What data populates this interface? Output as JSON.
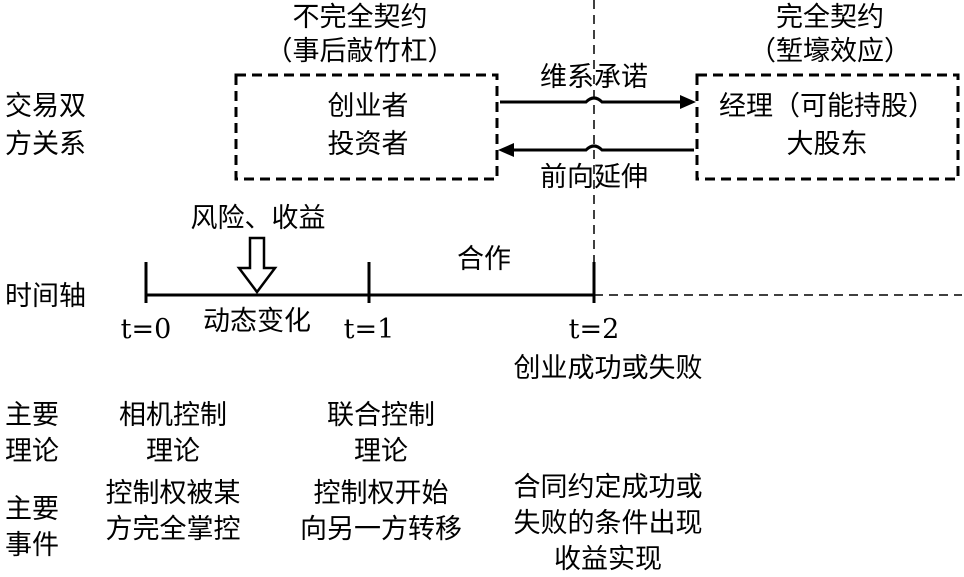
{
  "incomplete_contract": {
    "title": "不完全契约",
    "subtitle": "（事后敲竹杠）",
    "party_line1": "创业者",
    "party_line2": "投资者"
  },
  "complete_contract": {
    "title": "完全契约",
    "subtitle": "（堑壕效应）",
    "party_line1": "经理（可能持股）",
    "party_line2": "大股东"
  },
  "arrows": {
    "top_label": "维系承诺",
    "bottom_label": "前向延伸"
  },
  "row_labels": {
    "relation_line1": "交易双",
    "relation_line2": "方关系",
    "timeline": "时间轴",
    "theory_line1": "主要",
    "theory_line2": "理论",
    "events_line1": "主要",
    "events_line2": "事件"
  },
  "timeline": {
    "risk_label": "风险、收益",
    "phase1_label": "动态变化",
    "phase2_label": "合作",
    "t0": "t=0",
    "t1": "t=1",
    "t2": "t=2",
    "t2_note": "创业成功或失败"
  },
  "theories": {
    "phase1_line1": "相机控制",
    "phase1_line2": "理论",
    "phase2_line1": "联合控制",
    "phase2_line2": "理论"
  },
  "events": {
    "phase1_line1": "控制权被某",
    "phase1_line2": "方完全掌控",
    "phase2_line1": "控制权开始",
    "phase2_line2": "向另一方转移",
    "phase3_line1": "合同约定成功或",
    "phase3_line2": "失败的条件出现",
    "phase3_line3": "收益实现"
  }
}
